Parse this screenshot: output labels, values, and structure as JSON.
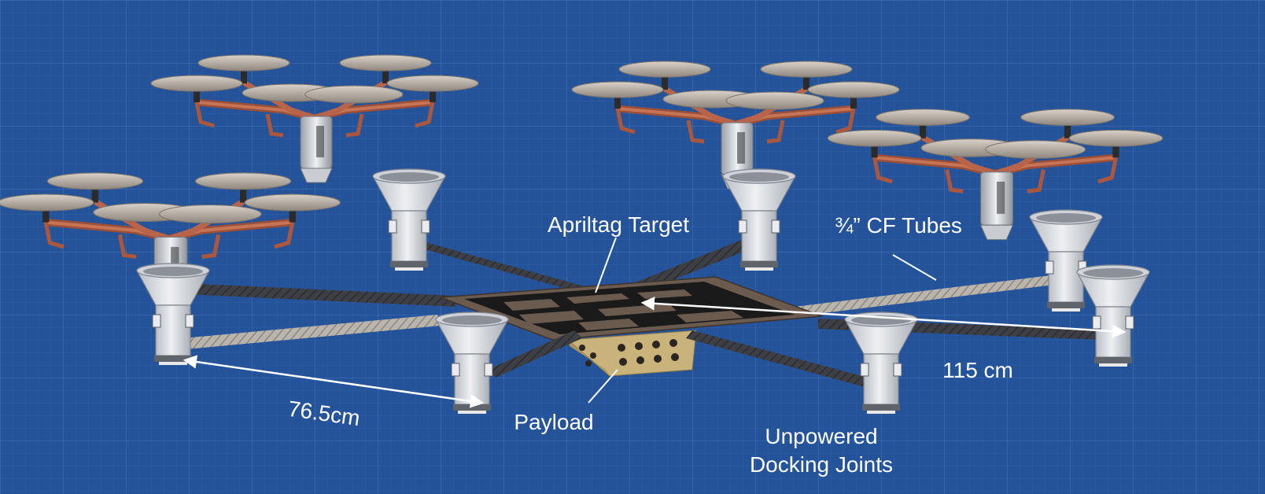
{
  "figure": {
    "colors": {
      "background": "#24539a",
      "grid": "#3a6db5",
      "carbon_tube": "#3d3f45",
      "braided_tube": "#b9b5ad",
      "docking_cup": "#dcdfe4",
      "frame": "#b8644a",
      "rotor": "#c8c1b8",
      "target_border": "#6b5a4e",
      "payload": "#c9b37a",
      "label": "#ffffff"
    },
    "labels": {
      "apriltag_target": "Apriltag Target",
      "cf_tubes": "¾” CF Tubes",
      "dim_115": "115 cm",
      "dim_765": "76.5cm",
      "payload": "Payload",
      "docking_line1": "Unpowered",
      "docking_line2": "Docking Joints"
    },
    "icons": {
      "quadrotor": "quadrotor-drone-icon",
      "docking_joint": "docking-cup-icon",
      "apriltag": "apriltag-marker-icon",
      "payload": "payload-box-icon"
    }
  }
}
